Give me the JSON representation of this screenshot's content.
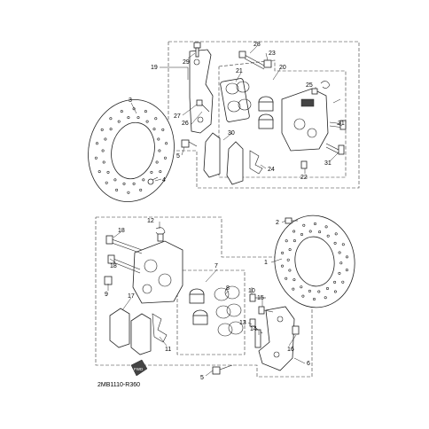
{
  "diagram_code": "2MB1110-R360",
  "fwd_badge": {
    "text": "FWD",
    "icon": "forward-arrow-icon"
  },
  "callouts": [
    {
      "id": "c1",
      "text": "1"
    },
    {
      "id": "c2",
      "text": "2"
    },
    {
      "id": "c3",
      "text": "3"
    },
    {
      "id": "c4",
      "text": "4"
    },
    {
      "id": "c5a",
      "text": "5"
    },
    {
      "id": "c5b",
      "text": "5"
    },
    {
      "id": "c6",
      "text": "6"
    },
    {
      "id": "c7",
      "text": "7"
    },
    {
      "id": "c8",
      "text": "8"
    },
    {
      "id": "c9",
      "text": "9"
    },
    {
      "id": "c10",
      "text": "10"
    },
    {
      "id": "c11",
      "text": "11"
    },
    {
      "id": "c12",
      "text": "12"
    },
    {
      "id": "c13",
      "text": "13"
    },
    {
      "id": "c14",
      "text": "14"
    },
    {
      "id": "c15",
      "text": "15"
    },
    {
      "id": "c16",
      "text": "16"
    },
    {
      "id": "c17",
      "text": "17"
    },
    {
      "id": "c18a",
      "text": "18"
    },
    {
      "id": "c18b",
      "text": "18"
    },
    {
      "id": "c19",
      "text": "19"
    },
    {
      "id": "c20",
      "text": "20"
    },
    {
      "id": "c21",
      "text": "21"
    },
    {
      "id": "c22",
      "text": "22"
    },
    {
      "id": "c23",
      "text": "23"
    },
    {
      "id": "c24",
      "text": "24"
    },
    {
      "id": "c25",
      "text": "25"
    },
    {
      "id": "c26",
      "text": "26"
    },
    {
      "id": "c27",
      "text": "27"
    },
    {
      "id": "c28",
      "text": "28"
    },
    {
      "id": "c29",
      "text": "29"
    },
    {
      "id": "c30",
      "text": "30"
    },
    {
      "id": "c31a",
      "text": "31"
    },
    {
      "id": "c31b",
      "text": "31"
    }
  ]
}
